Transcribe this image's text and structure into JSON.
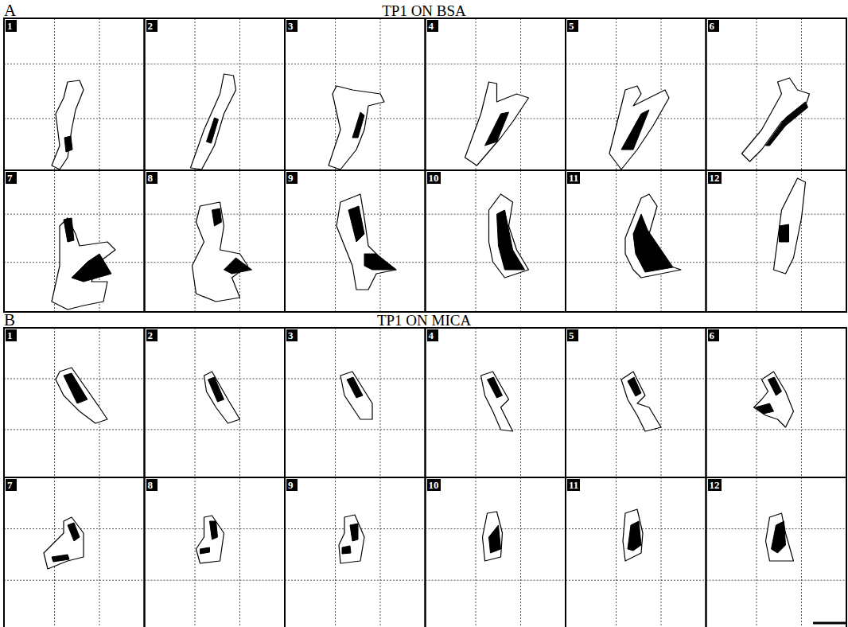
{
  "diagram": {
    "labels": [
      "A",
      "TP1 ON BSA",
      "1",
      "2",
      "3",
      "4",
      "5",
      "6",
      "7",
      "8",
      "9",
      "10",
      "11",
      "12",
      "B",
      "TP1 ON MICA",
      "1",
      "2",
      "3",
      "4",
      "5",
      "6",
      "7",
      "8",
      "9",
      "10",
      "11",
      "12"
    ]
  }
}
